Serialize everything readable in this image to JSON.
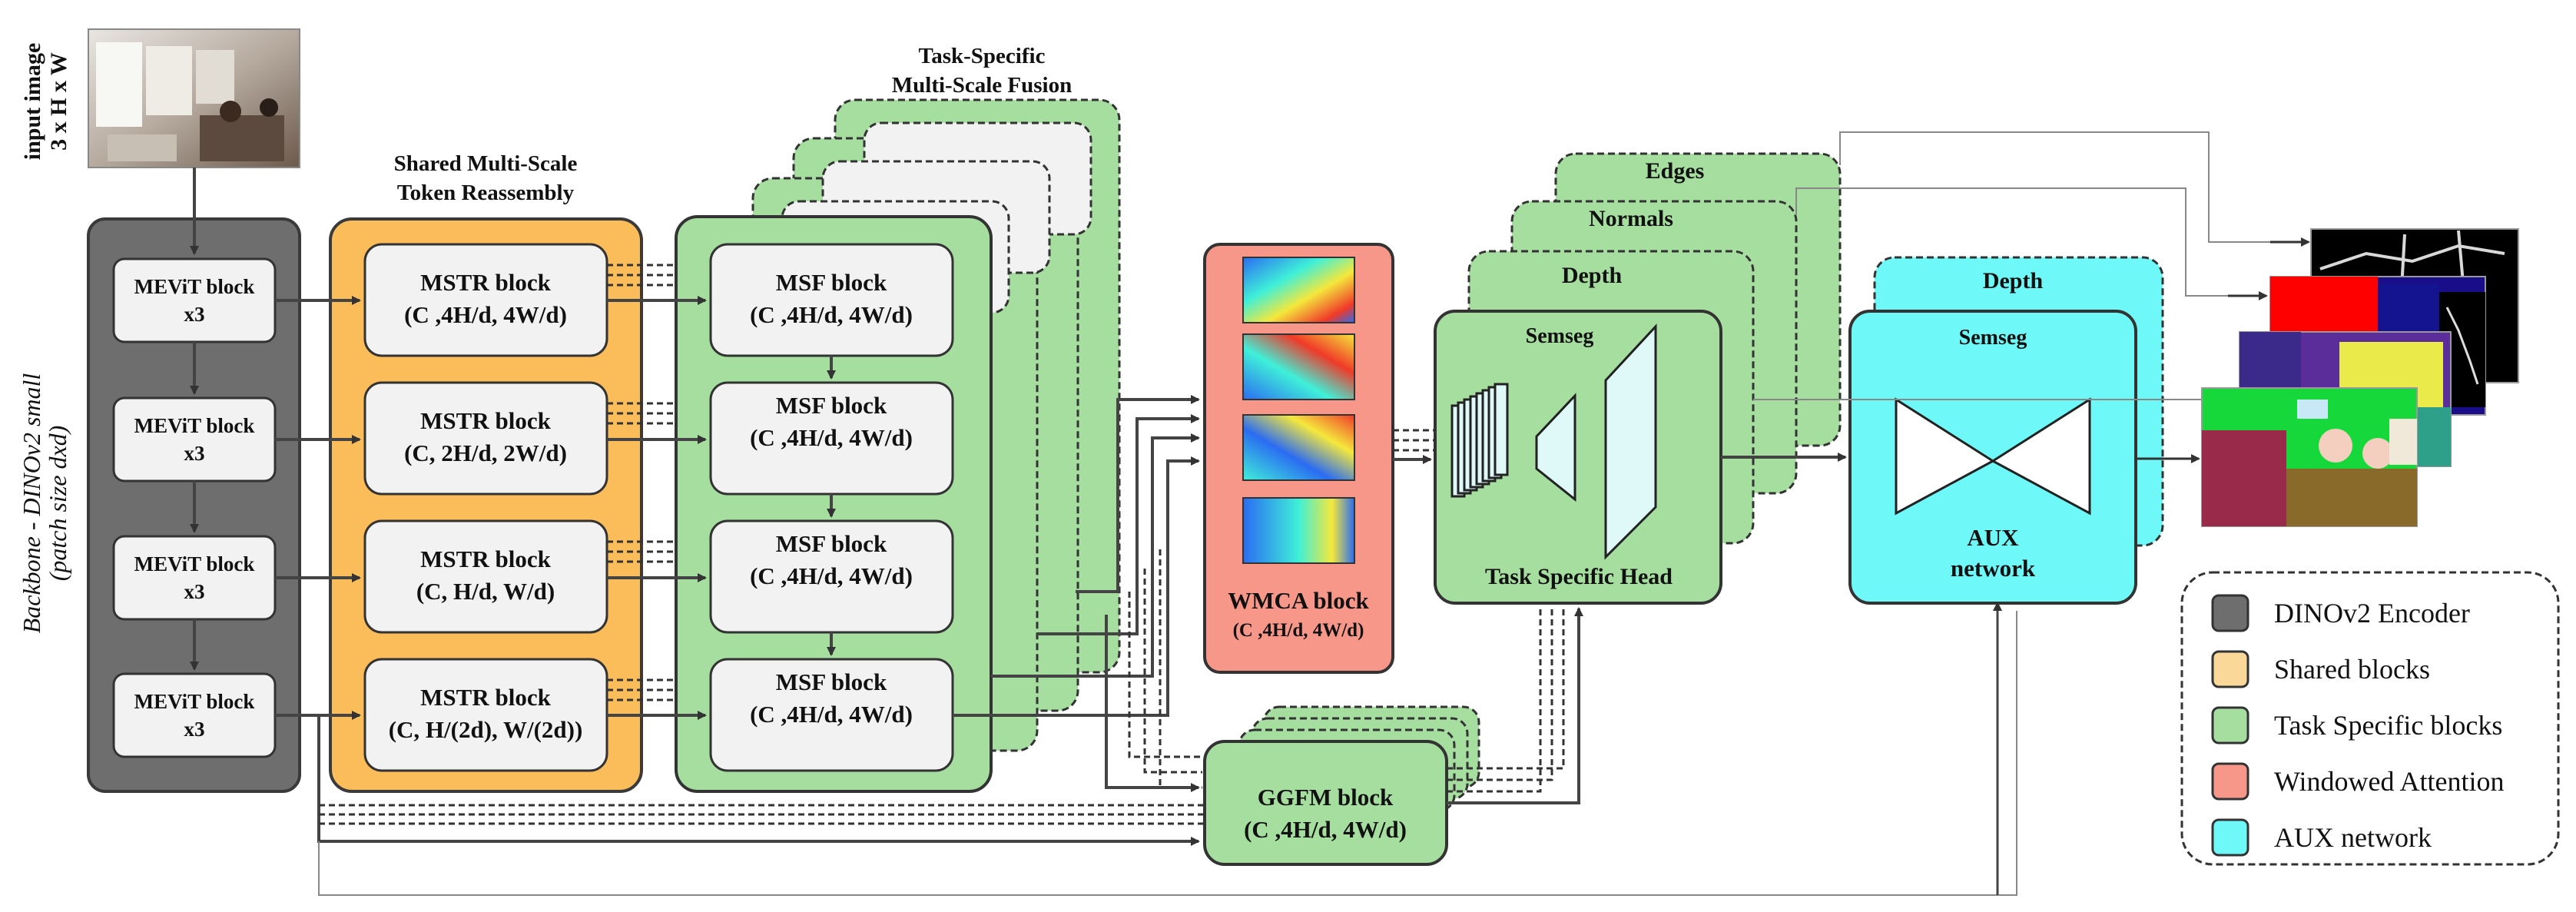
{
  "input": {
    "line1": "input image",
    "line2": "3 x H x W"
  },
  "backbone": {
    "label": "Backbone - DINOv2 small",
    "sublabel": "(patch size dxd)",
    "blocks": [
      {
        "l1": "MEViT block",
        "l2": "x3"
      },
      {
        "l1": "MEViT block",
        "l2": "x3"
      },
      {
        "l1": "MEViT block",
        "l2": "x3"
      },
      {
        "l1": "MEViT block",
        "l2": "x3"
      }
    ]
  },
  "shared": {
    "title1": "Shared Multi-Scale",
    "title2": "Token Reassembly",
    "blocks": [
      {
        "l1": "MSTR block",
        "l2": "(C ,4H/d, 4W/d)"
      },
      {
        "l1": "MSTR block",
        "l2": "(C, 2H/d, 2W/d)"
      },
      {
        "l1": "MSTR block",
        "l2": "(C, H/d, W/d)"
      },
      {
        "l1": "MSTR block",
        "l2": "(C, H/(2d), W/(2d))"
      }
    ]
  },
  "fusion": {
    "title1": "Task-Specific",
    "title2": "Multi-Scale Fusion",
    "blocks": [
      {
        "l1": "MSF block",
        "l2": "(C ,4H/d, 4W/d)"
      },
      {
        "l1": "MSF block",
        "l2": "(C ,4H/d, 4W/d)"
      },
      {
        "l1": "MSF block",
        "l2": "(C ,4H/d, 4W/d)"
      },
      {
        "l1": "MSF block",
        "l2": "(C ,4H/d, 4W/d)"
      }
    ]
  },
  "wmca": {
    "l1": "WMCA block",
    "l2": "(C ,4H/d, 4W/d)"
  },
  "ggfm": {
    "l1": "GGFM block",
    "l2": "(C ,4H/d, 4W/d)"
  },
  "heads": {
    "edges": "Edges",
    "normals": "Normals",
    "depth": "Depth",
    "semseg": "Semseg",
    "caption": "Task Specific Head"
  },
  "aux": {
    "depth": "Depth",
    "semseg": "Semseg",
    "l1": "AUX",
    "l2": "network"
  },
  "legend": [
    {
      "label": "DINOv2 Encoder",
      "color": "#6e6e6e"
    },
    {
      "label": "Shared blocks",
      "color": "#fad89a"
    },
    {
      "label": "Task Specific blocks",
      "color": "#a6dea0"
    },
    {
      "label": "Windowed Attention",
      "color": "#f7978a"
    },
    {
      "label": "AUX network",
      "color": "#6ef8f8"
    }
  ],
  "colors": {
    "encoder": "#6e6e6e",
    "shared": "#fbbc5a",
    "task": "#a6dea0",
    "wmca": "#f7978a",
    "aux": "#6ef8f8",
    "inner": "#f2f2f2"
  }
}
